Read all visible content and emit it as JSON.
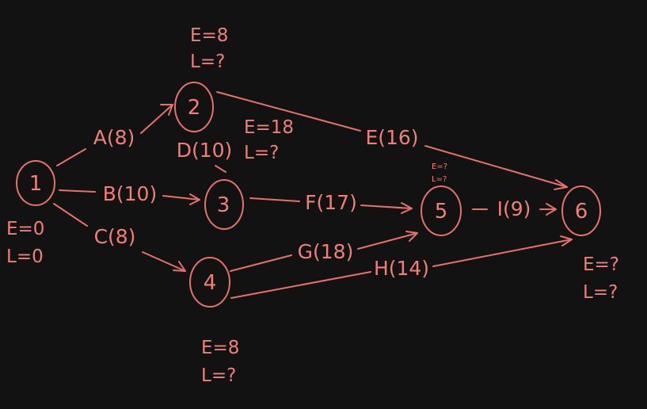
{
  "accent_color": "#f07f7a",
  "background_color": "#121212",
  "nodes": [
    {
      "id": "1",
      "label": "1"
    },
    {
      "id": "2",
      "label": "2"
    },
    {
      "id": "3",
      "label": "3"
    },
    {
      "id": "4",
      "label": "4"
    },
    {
      "id": "5",
      "label": "5"
    },
    {
      "id": "6",
      "label": "6"
    }
  ],
  "edges": [
    {
      "id": "A",
      "label": "A(8)",
      "from": "1",
      "to": "2"
    },
    {
      "id": "B",
      "label": "B(10)",
      "from": "1",
      "to": "3"
    },
    {
      "id": "C",
      "label": "C(8)",
      "from": "1",
      "to": "4"
    },
    {
      "id": "D",
      "label": "D(10)",
      "from": "2",
      "to": "3"
    },
    {
      "id": "E",
      "label": "E(16)",
      "from": "2",
      "to": "6"
    },
    {
      "id": "F",
      "label": "F(17)",
      "from": "3",
      "to": "5"
    },
    {
      "id": "G",
      "label": "G(18)",
      "from": "4",
      "to": "5"
    },
    {
      "id": "H",
      "label": "H(14)",
      "from": "4",
      "to": "6"
    },
    {
      "id": "I",
      "label": "I(9)",
      "from": "5",
      "to": "6"
    }
  ],
  "annotations": {
    "n1": {
      "e": "E=0",
      "l": "L=0"
    },
    "n2": {
      "e": "E=8",
      "l": "L=?"
    },
    "n3": {
      "e": "E=18",
      "l": "L=?"
    },
    "n4": {
      "e": "E=8",
      "l": "L=?"
    },
    "n5": {
      "e": "E=?",
      "l": "L=?"
    },
    "n6": {
      "e": "E=?",
      "l": "L=?"
    }
  }
}
